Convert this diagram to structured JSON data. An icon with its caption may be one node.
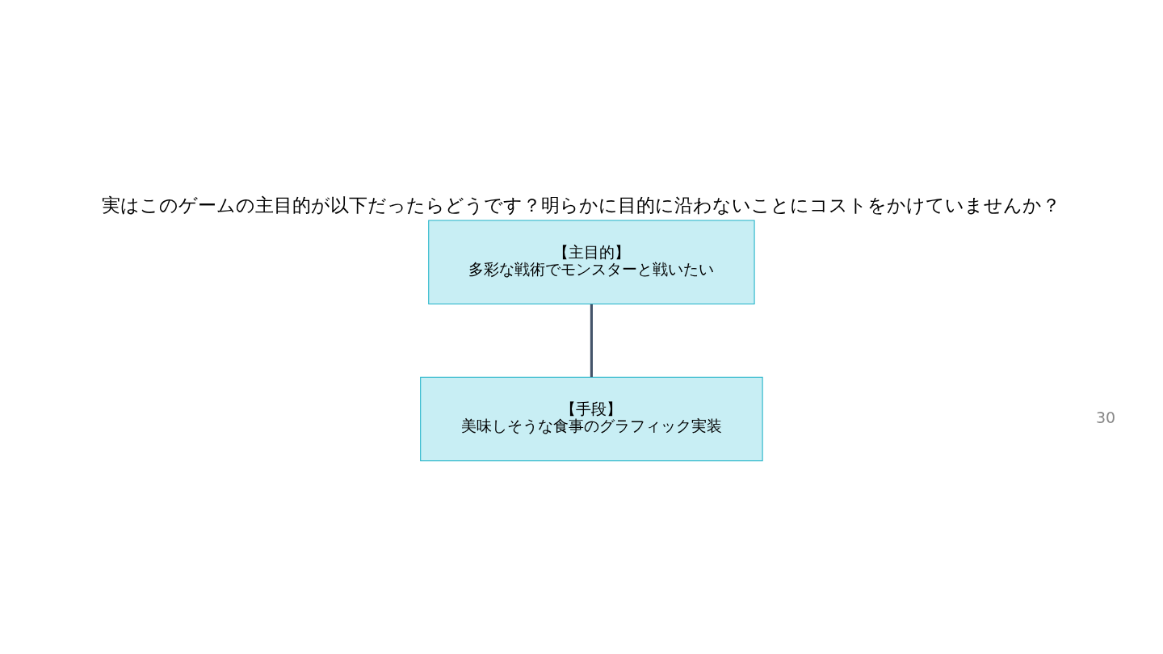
{
  "diagram": {
    "title": "実はこのゲームの主目的が以下だったらどうです？明らかに目的に沿わないことにコストをかけていませんか？",
    "nodes": [
      {
        "text": [
          "【主目的】",
          "多彩な戦術でモンスターと戦いたい"
        ]
      },
      {
        "text": [
          "【手段】",
          "美味しそうな食事のグラフィック実装"
        ]
      }
    ],
    "edges": [
      {
        "from": 0,
        "to": 1,
        "arrow": "none"
      }
    ],
    "labels": [
      "30"
    ]
  }
}
